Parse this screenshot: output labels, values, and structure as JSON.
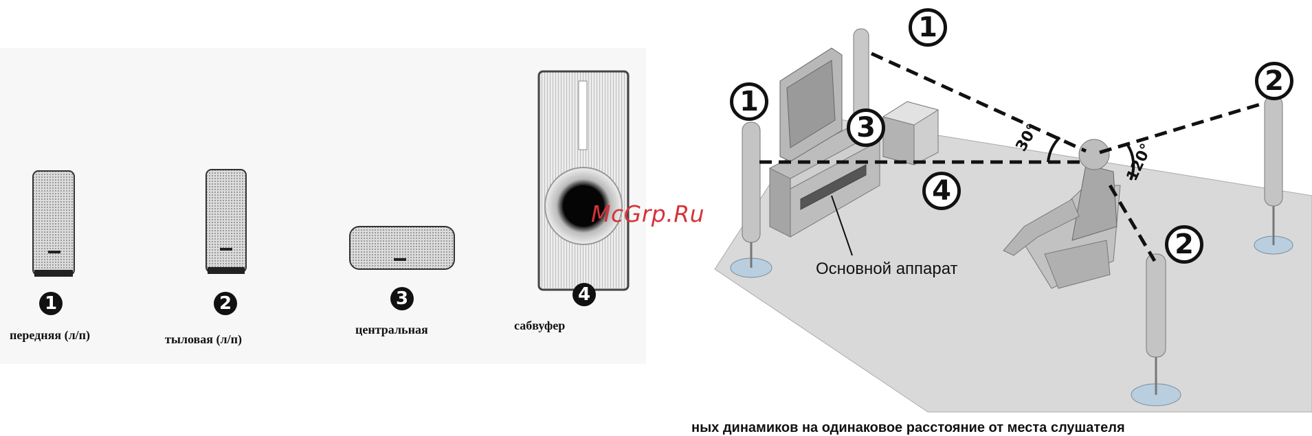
{
  "watermark": "McGrp.Ru",
  "speakers": [
    {
      "number": "1",
      "label": "передняя (л/п)"
    },
    {
      "number": "2",
      "label": "тыловая (л/п)"
    },
    {
      "number": "3",
      "label": "центральная"
    },
    {
      "number": "4",
      "label": "сабвуфер"
    }
  ],
  "layout_diagram": {
    "badges": [
      "1",
      "1",
      "2",
      "2",
      "3",
      "4"
    ],
    "main_unit_label": "Основной аппарат",
    "angle_front": "30°",
    "angle_rear": "120°"
  },
  "bottom_caption": "ных динамиков на одинаковое расстояние от места слушателя"
}
